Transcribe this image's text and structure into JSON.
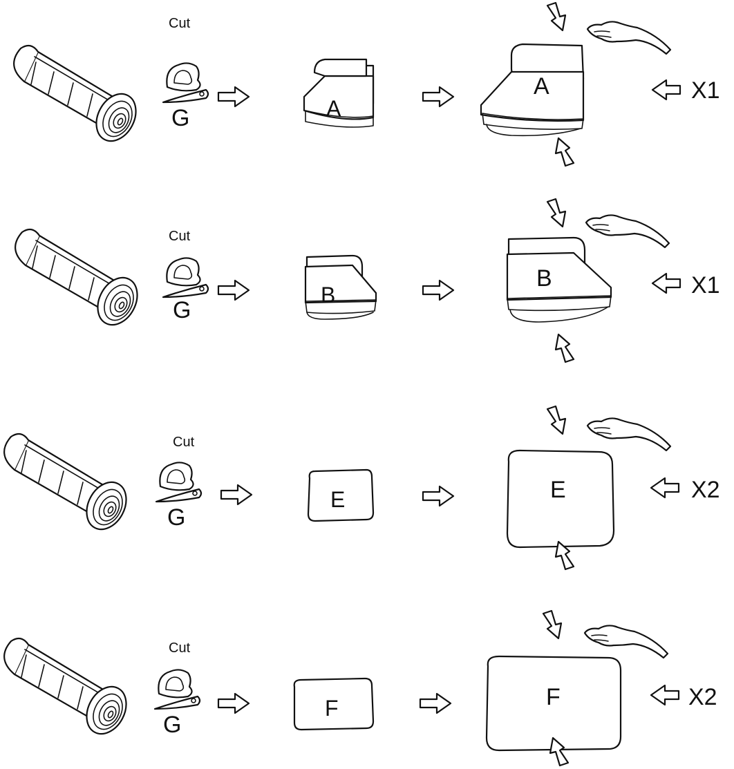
{
  "steps": [
    {
      "cut_label": "Cut",
      "tool_label": "G",
      "part_label": "A",
      "quantity": "X1",
      "shape": "chair"
    },
    {
      "cut_label": "Cut",
      "tool_label": "G",
      "part_label": "B",
      "quantity": "X1",
      "shape": "chair-mirrored"
    },
    {
      "cut_label": "Cut",
      "tool_label": "G",
      "part_label": "E",
      "quantity": "X2",
      "shape": "cushion"
    },
    {
      "cut_label": "Cut",
      "tool_label": "G",
      "part_label": "F",
      "quantity": "X2",
      "shape": "cushion"
    }
  ]
}
